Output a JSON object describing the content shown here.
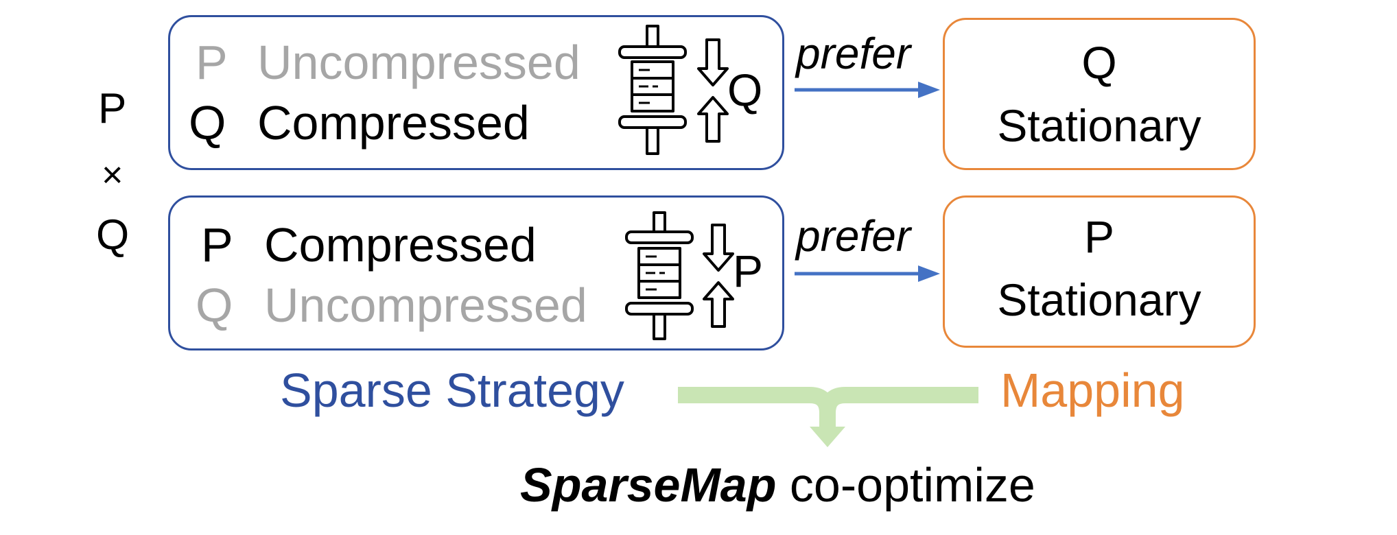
{
  "operands": {
    "left": "P",
    "op": "×",
    "right": "Q"
  },
  "strategy_top": {
    "line1": {
      "var": "P",
      "label": "Uncompressed"
    },
    "line2": {
      "var": "Q",
      "label": "Compressed"
    },
    "buffer_var": "Q"
  },
  "strategy_bottom": {
    "line1": {
      "var": "P",
      "label": "Compressed"
    },
    "line2": {
      "var": "Q",
      "label": "Uncompressed"
    },
    "buffer_var": "P"
  },
  "arrows": {
    "top_label": "prefer",
    "bottom_label": "prefer"
  },
  "mapping_top": {
    "line1": "Q",
    "line2": "Stationary"
  },
  "mapping_bottom": {
    "line1": "P",
    "line2": "Stationary"
  },
  "footer": {
    "left_label": "Sparse Strategy",
    "right_label": "Mapping",
    "combine_bold": "SparseMap",
    "combine_rest": " co-optimize"
  },
  "colors": {
    "blue": "#2f4f9e",
    "orange": "#e8873a",
    "arrow": "#4472c4",
    "brace": "#c9e5b4",
    "gray": "#a6a6a6"
  },
  "icons": [
    "buffer-icon",
    "down-arrow-icon",
    "up-arrow-icon"
  ]
}
